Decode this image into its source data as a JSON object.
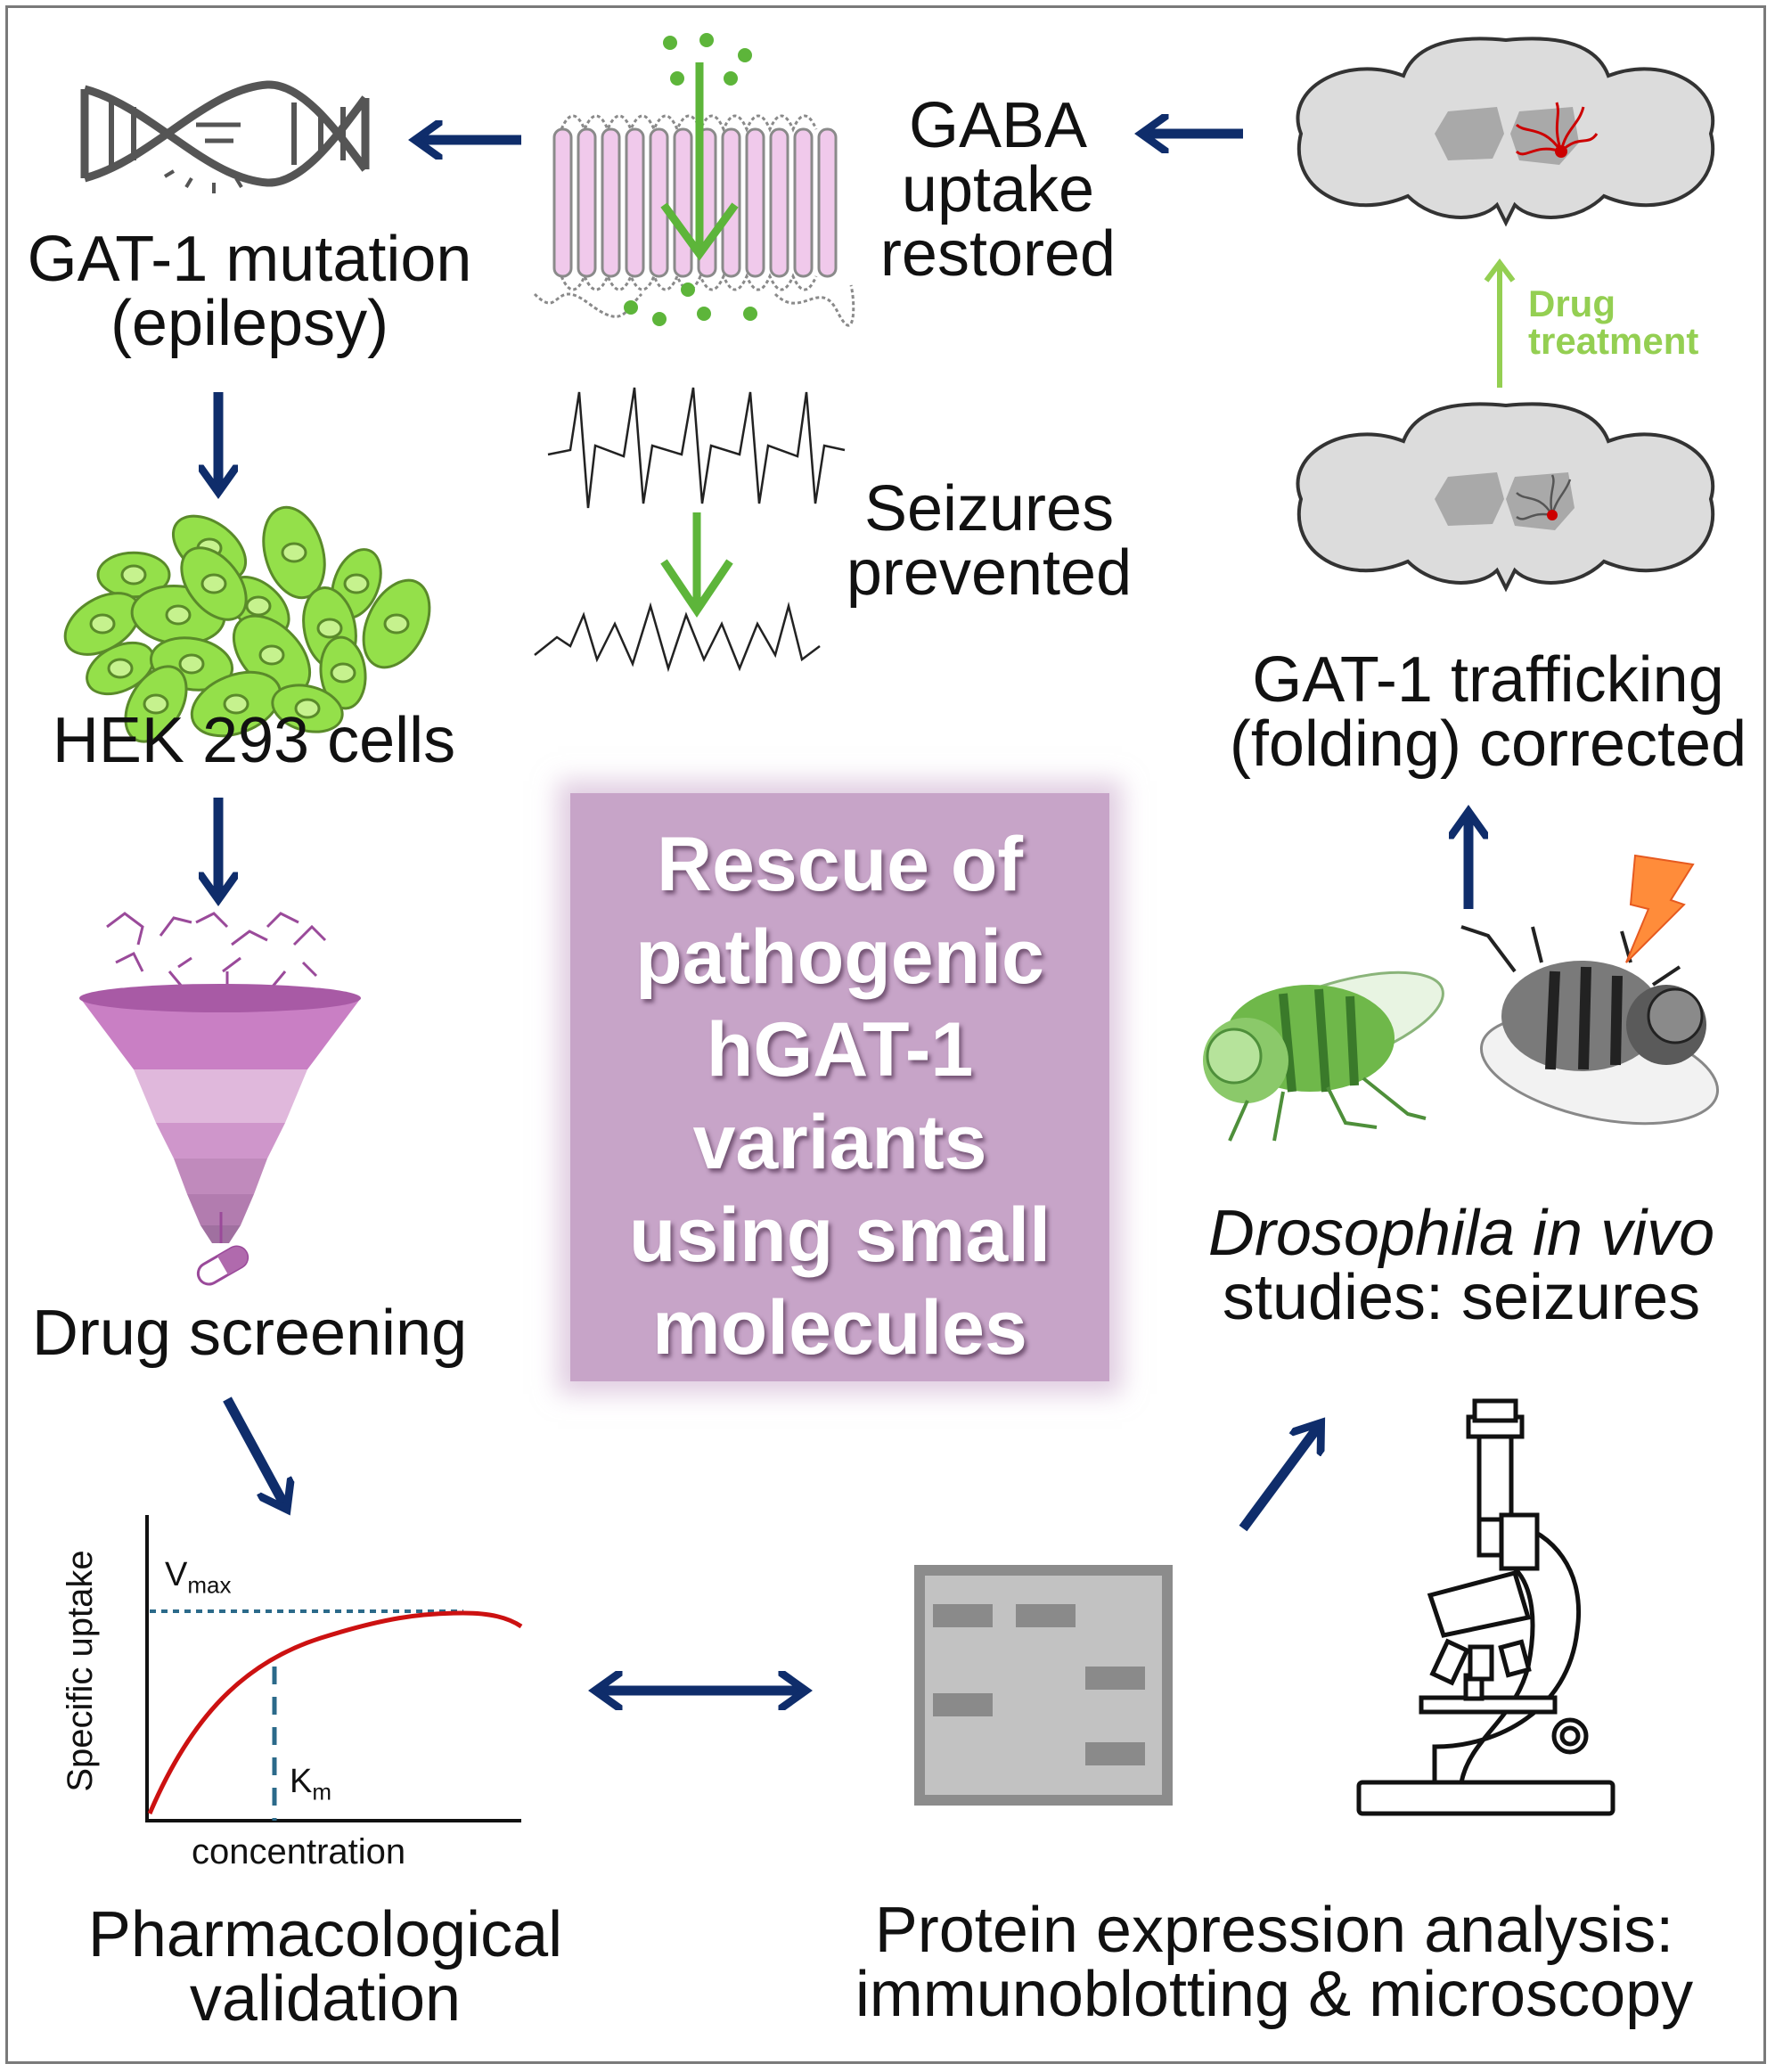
{
  "center_title": [
    "Rescue of",
    "pathogenic",
    "hGAT-1",
    "variants",
    "using small",
    "molecules"
  ],
  "steps": {
    "mutation": [
      "GAT-1 mutation",
      "(epilepsy)"
    ],
    "hek": "HEK 293 cells",
    "screening": "Drug screening",
    "pharmacology": [
      "Pharmacological",
      "validation"
    ],
    "protein": [
      "Protein expression analysis:",
      "immunoblotting & microscopy"
    ],
    "drosophila": {
      "italic": "Drosophila in vivo",
      "plain": "studies: seizures"
    },
    "trafficking": [
      "GAT-1 trafficking",
      "(folding) corrected"
    ],
    "gaba": [
      "GABA",
      "uptake",
      "restored"
    ],
    "seizures": [
      "Seizures",
      "prevented"
    ]
  },
  "drug_treatment": [
    "Drug",
    "treatment"
  ],
  "plot": {
    "ylabel": "Specific uptake",
    "xlabel": "concentration",
    "vmax": "V",
    "vmax_sub": "max",
    "km": "K",
    "km_sub": "m"
  },
  "colors": {
    "arrow": "#0f2d6b",
    "green": "#5db53a",
    "light_green": "#94cf52",
    "red": "#cc0000",
    "box": "#c7a4c8",
    "membrane": "#f0c9eb",
    "funnel": "#c97fc4",
    "brain": "#dcdcdc"
  }
}
